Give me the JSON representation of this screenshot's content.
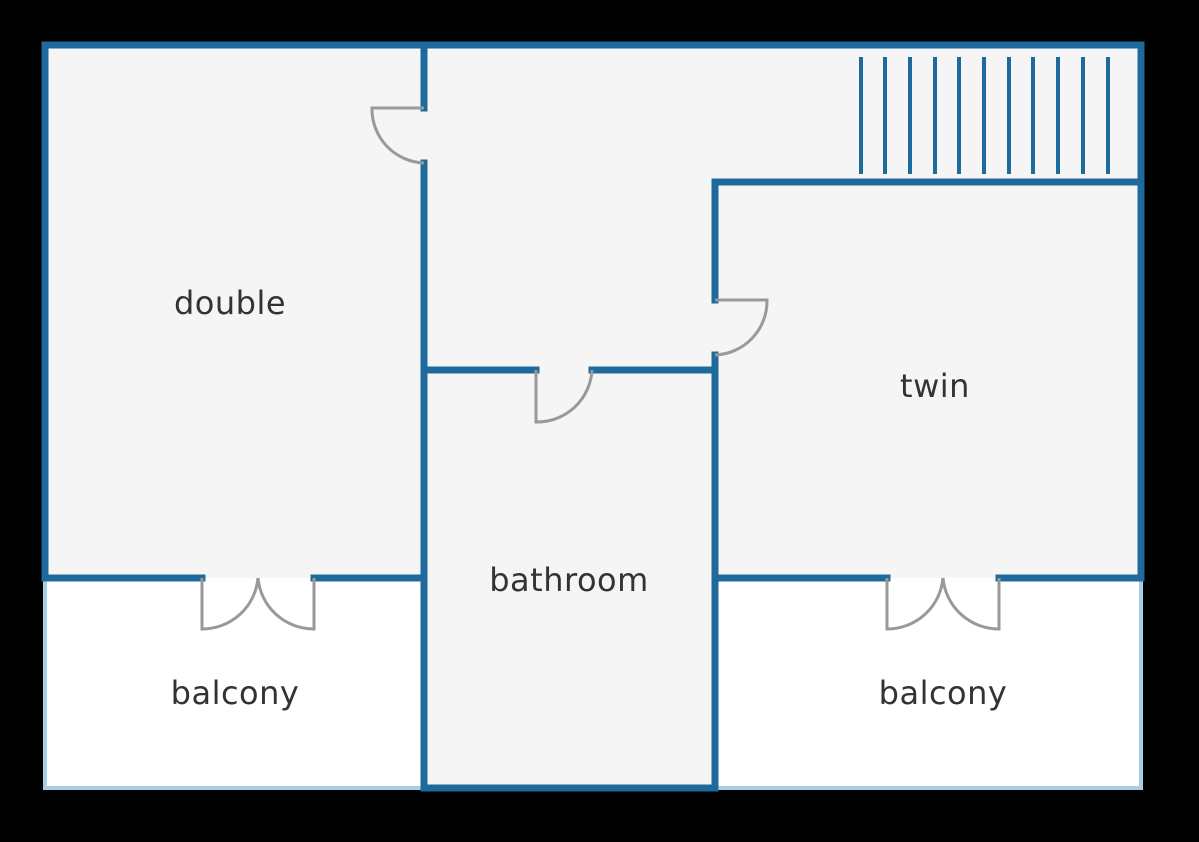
{
  "colors": {
    "background": "#000000",
    "floor": "#f5f5f5",
    "balcony_floor": "#ffffff",
    "wall": "#1e6a9c",
    "balcony_edge": "#a9cde6",
    "door": "#999999"
  },
  "rooms": {
    "double": "double",
    "twin": "twin",
    "bathroom": "bathroom",
    "balcony_left": "balcony",
    "balcony_right": "balcony"
  }
}
